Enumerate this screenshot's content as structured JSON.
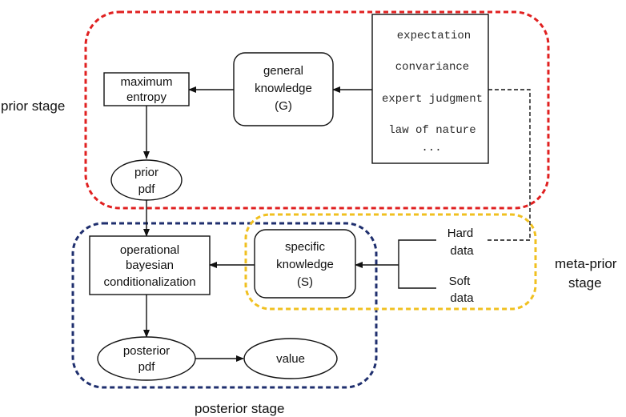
{
  "stages": {
    "prior": "prior stage",
    "posterior": "posterior stage",
    "meta_prior_line1": "meta-prior",
    "meta_prior_line2": "stage"
  },
  "nodes": {
    "maximum_entropy": [
      "maximum",
      "entropy"
    ],
    "general_knowledge": [
      "general",
      "knowledge",
      "(G)"
    ],
    "prior_pdf": [
      "prior",
      "pdf"
    ],
    "operational_bc": [
      "operational",
      "bayesian",
      "conditionalization"
    ],
    "specific_knowledge": [
      "specific",
      "knowledge",
      "(S)"
    ],
    "posterior_pdf": [
      "posterior",
      "pdf"
    ],
    "value": "value",
    "hard_data": [
      "Hard",
      "data"
    ],
    "soft_data": [
      "Soft",
      "data"
    ]
  },
  "general_list": [
    "expectation",
    "convariance",
    "expert judgment",
    "law of nature",
    "..."
  ],
  "colors": {
    "prior_border": "#e02020",
    "posterior_border": "#1f2f6e",
    "meta_border": "#f0c020",
    "line": "#111111"
  }
}
